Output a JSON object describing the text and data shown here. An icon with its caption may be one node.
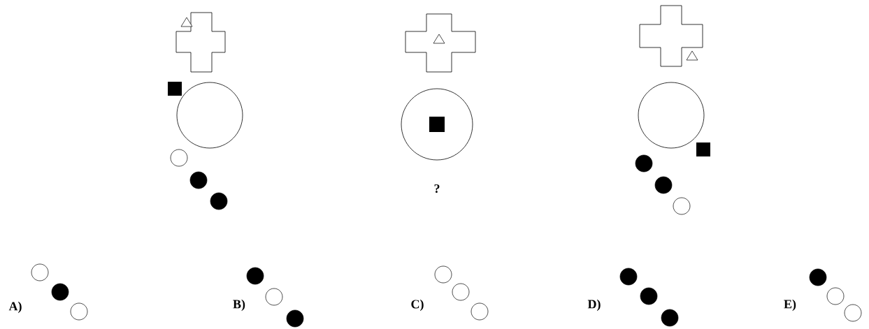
{
  "diagram": {
    "labels": [
      "?",
      "A)",
      "B)",
      "C)",
      "D)",
      "E)"
    ]
  }
}
